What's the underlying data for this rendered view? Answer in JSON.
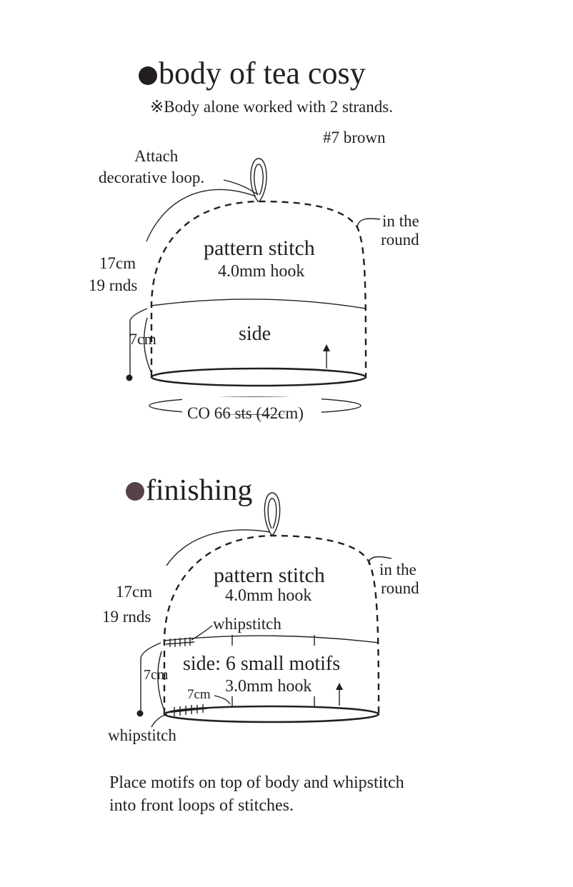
{
  "section1": {
    "title": "body of tea cosy",
    "note": "※Body alone worked with 2 strands.",
    "yarn": "#7 brown",
    "attach_line1": "Attach",
    "attach_line2": "decorative loop.",
    "round_line1": "in the",
    "round_line2": "round",
    "height_cm": "17cm",
    "height_rnds": "19 rnds",
    "pattern": "pattern stitch",
    "hook": "4.0mm hook",
    "side": "side",
    "side_height": "7cm",
    "cast_on": "CO 66 sts (42cm)"
  },
  "section2": {
    "title": "finishing",
    "bullet_color": "#574249",
    "round_line1": "in the",
    "round_line2": "round",
    "height_cm": "17cm",
    "height_rnds": "19 rnds",
    "pattern": "pattern stitch",
    "hook": "4.0mm hook",
    "whipstitch_top": "whipstitch",
    "side": "side: 6 small motifs",
    "side_hook": "3.0mm hook",
    "side_height": "7cm",
    "motif_width": "7cm",
    "whipstitch_bottom": "whipstitch",
    "instructions_line1": "Place motifs on top of body and whipstitch",
    "instructions_line2": "into front loops of stitches."
  }
}
